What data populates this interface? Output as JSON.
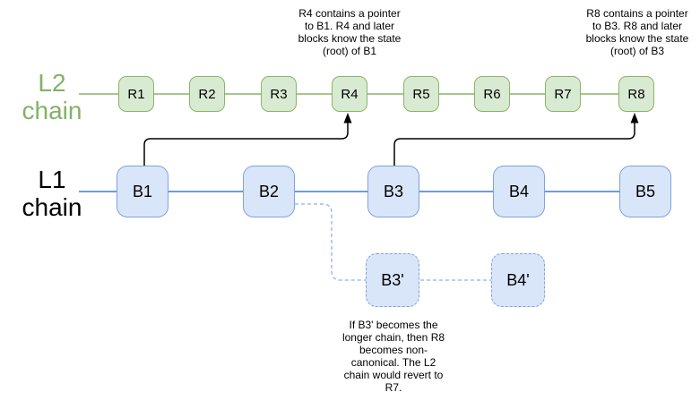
{
  "colors": {
    "green_fill": "#d9ead3",
    "green_stroke": "#89b565",
    "green_text": "#82b366",
    "blue_fill": "#d9e5f8",
    "blue_stroke": "#7ea3de",
    "blue_line": "#6f9bd9",
    "blue_dashed": "#8fb1e6",
    "arrow": "#000000",
    "text": "#000000"
  },
  "l2": {
    "label": "L2\nchain",
    "blocks": [
      {
        "label": "R1"
      },
      {
        "label": "R2"
      },
      {
        "label": "R3"
      },
      {
        "label": "R4"
      },
      {
        "label": "R5"
      },
      {
        "label": "R6"
      },
      {
        "label": "R7"
      },
      {
        "label": "R8"
      }
    ]
  },
  "l1": {
    "label": "L1\nchain",
    "blocks": [
      {
        "label": "B1"
      },
      {
        "label": "B2"
      },
      {
        "label": "B3"
      },
      {
        "label": "B4"
      },
      {
        "label": "B5"
      }
    ]
  },
  "fork": {
    "blocks": [
      {
        "label": "B3'"
      },
      {
        "label": "B4'"
      }
    ]
  },
  "annotations": {
    "r4_note": "R4 contains a pointer\nto B1. R4 and later\nblocks know the state\n(root) of B1",
    "r8_note": "R8 contains a pointer\nto B3. R8 and later\nblocks know the state\n(root) of B3",
    "fork_note": "If B3' becomes the\nlonger chain, then R8\nbecomes non-\ncanonical. The L2\nchain would revert to\nR7."
  }
}
